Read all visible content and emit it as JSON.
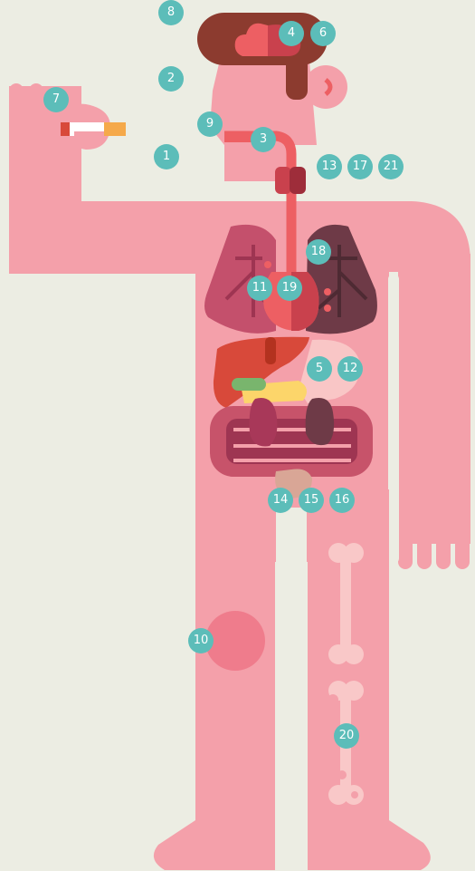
{
  "markers": [
    {
      "id": "marker-1",
      "label": "1"
    },
    {
      "id": "marker-2",
      "label": "2"
    },
    {
      "id": "marker-3",
      "label": "3"
    },
    {
      "id": "marker-4",
      "label": "4"
    },
    {
      "id": "marker-5",
      "label": "5"
    },
    {
      "id": "marker-6",
      "label": "6"
    },
    {
      "id": "marker-7",
      "label": "7"
    },
    {
      "id": "marker-8",
      "label": "8"
    },
    {
      "id": "marker-9",
      "label": "9"
    },
    {
      "id": "marker-10",
      "label": "10"
    },
    {
      "id": "marker-11",
      "label": "11"
    },
    {
      "id": "marker-12",
      "label": "12"
    },
    {
      "id": "marker-13",
      "label": "13"
    },
    {
      "id": "marker-14",
      "label": "14"
    },
    {
      "id": "marker-15",
      "label": "15"
    },
    {
      "id": "marker-16",
      "label": "16"
    },
    {
      "id": "marker-17",
      "label": "17"
    },
    {
      "id": "marker-18",
      "label": "18"
    },
    {
      "id": "marker-19",
      "label": "19"
    },
    {
      "id": "marker-20",
      "label": "20"
    },
    {
      "id": "marker-21",
      "label": "21"
    }
  ],
  "colors": {
    "background": "#ecede3",
    "skin": "#f4a0aa",
    "marker": "#5cbdb9",
    "hair": "#8c3b2f",
    "liver": "#d8493a",
    "lung_left": "#c4506c",
    "lung_right": "#6e3a47",
    "heart": "#ed5f63",
    "stomach": "#f9c6c6",
    "intestine": "#c7536a",
    "bone": "#f9c8c8",
    "cigarette_filter": "#f5a94a"
  },
  "icons": {
    "cigarette": "cigarette-icon",
    "brain": "brain-icon"
  }
}
